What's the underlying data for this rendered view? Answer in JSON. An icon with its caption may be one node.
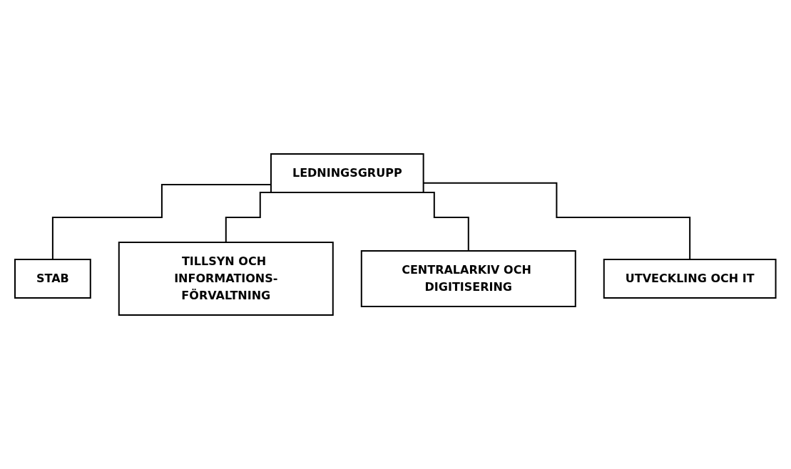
{
  "diagram": {
    "nodes": [
      {
        "text": [
          "LEDNINGSGRUPP"
        ]
      },
      {
        "text": [
          "STAB"
        ]
      },
      {
        "text": [
          "TILLSYN OCH INFORMATIONS-FÖRVALTNING"
        ]
      },
      {
        "text": [
          "CENTRALARKIV OCH DIGITISERING"
        ]
      },
      {
        "text": [
          "UTVECKLING OCH IT"
        ]
      }
    ],
    "edges": [
      {
        "from": 0,
        "to": 1,
        "arrow": "none"
      },
      {
        "from": 0,
        "to": 2,
        "arrow": "none"
      },
      {
        "from": 0,
        "to": 3,
        "arrow": "none"
      },
      {
        "from": 0,
        "to": 4,
        "arrow": "none"
      }
    ]
  }
}
